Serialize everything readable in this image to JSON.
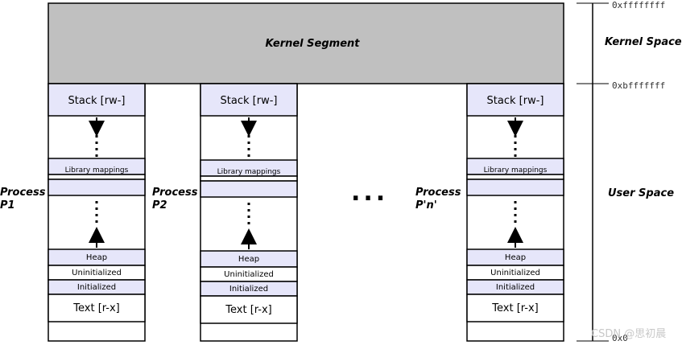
{
  "kernel": {
    "label": "Kernel Segment"
  },
  "processes": [
    {
      "id": "p1",
      "name_line1": "Process",
      "name_line2": "P1",
      "stack": "Stack [rw-]",
      "library": "Library mappings",
      "heap": "Heap",
      "uninitialized": "Uninitialized",
      "initialized": "Initialized",
      "text": "Text [r-x]"
    },
    {
      "id": "p2",
      "name_line1": "Process",
      "name_line2": "P2",
      "stack": "Stack [rw-]",
      "library": "Library mappings",
      "heap": "Heap",
      "uninitialized": "Uninitialized",
      "initialized": "Initialized",
      "text": "Text [r-x]"
    },
    {
      "id": "pn",
      "name_line1": "Process",
      "name_line2": "P'n'",
      "stack": "Stack [rw-]",
      "library": "Library mappings",
      "heap": "Heap",
      "uninitialized": "Uninitialized",
      "initialized": "Initialized",
      "text": "Text [r-x]"
    }
  ],
  "ellipsis": "...",
  "spaces": {
    "kernel": "Kernel Space",
    "user": "User Space"
  },
  "addresses": {
    "top": "0xffffffff",
    "boundary": "0xbfffffff",
    "bottom": "0x0"
  },
  "watermark": "CSDN @思初晨",
  "colors": {
    "kernel_fill": "#c0c0c0",
    "segment_fill": "#e6e6fa",
    "border": "#000000"
  }
}
